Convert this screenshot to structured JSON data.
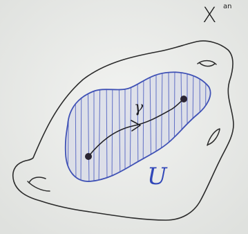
{
  "labels": {
    "space": "X",
    "space_superscript": "an",
    "path": "γ",
    "region": "U"
  },
  "colors": {
    "paper": "#eceeec",
    "ink": "#2a2a2a",
    "region_ink": "#3f51b5",
    "region_fill": "#cfd4e6",
    "point": "#2b2533"
  },
  "icons": {
    "space_outline": "irregular-closed-curve",
    "region_outline": "hatched-closed-curve",
    "path": "arrow-curve"
  }
}
